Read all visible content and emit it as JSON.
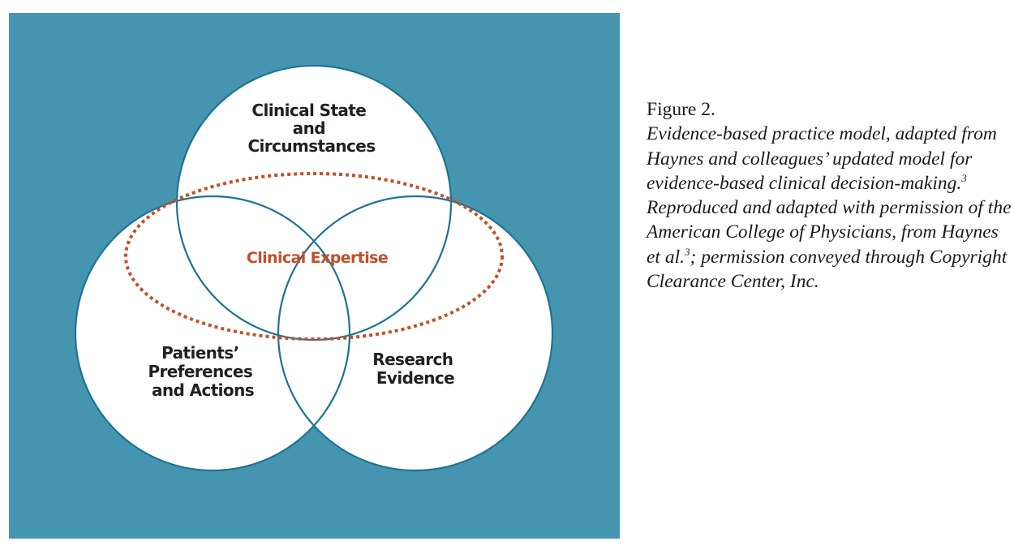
{
  "figure": {
    "background_color": "#4595b1",
    "circle_stroke_color": "#1e7393",
    "expertise_color": "#c0502a",
    "text_color": "#231f20",
    "circles": [
      {
        "id": "top",
        "label_lines": [
          "Clinical State",
          "and",
          "Circumstances"
        ]
      },
      {
        "id": "left",
        "label_lines": [
          "Patients’",
          "Preferences",
          "and Actions"
        ]
      },
      {
        "id": "right",
        "label_lines": [
          "Research",
          "Evidence"
        ]
      }
    ],
    "overlay": {
      "label": "Clinical Expertise",
      "style": "dotted-ellipse"
    }
  },
  "caption": {
    "figure_number": "Figure 2.",
    "parts": [
      {
        "text": "Evidence-based practice model, adapted from Haynes and colleagues’ updated model for evidence-based clinical decision-making.",
        "sup": "3"
      },
      {
        "text": " Reproduced and adapted with permission of the American College of Physicians, from Haynes et al.",
        "sup": "3"
      },
      {
        "text": "; permission conveyed through Copyright Clearance Center, Inc.",
        "sup": ""
      }
    ]
  }
}
